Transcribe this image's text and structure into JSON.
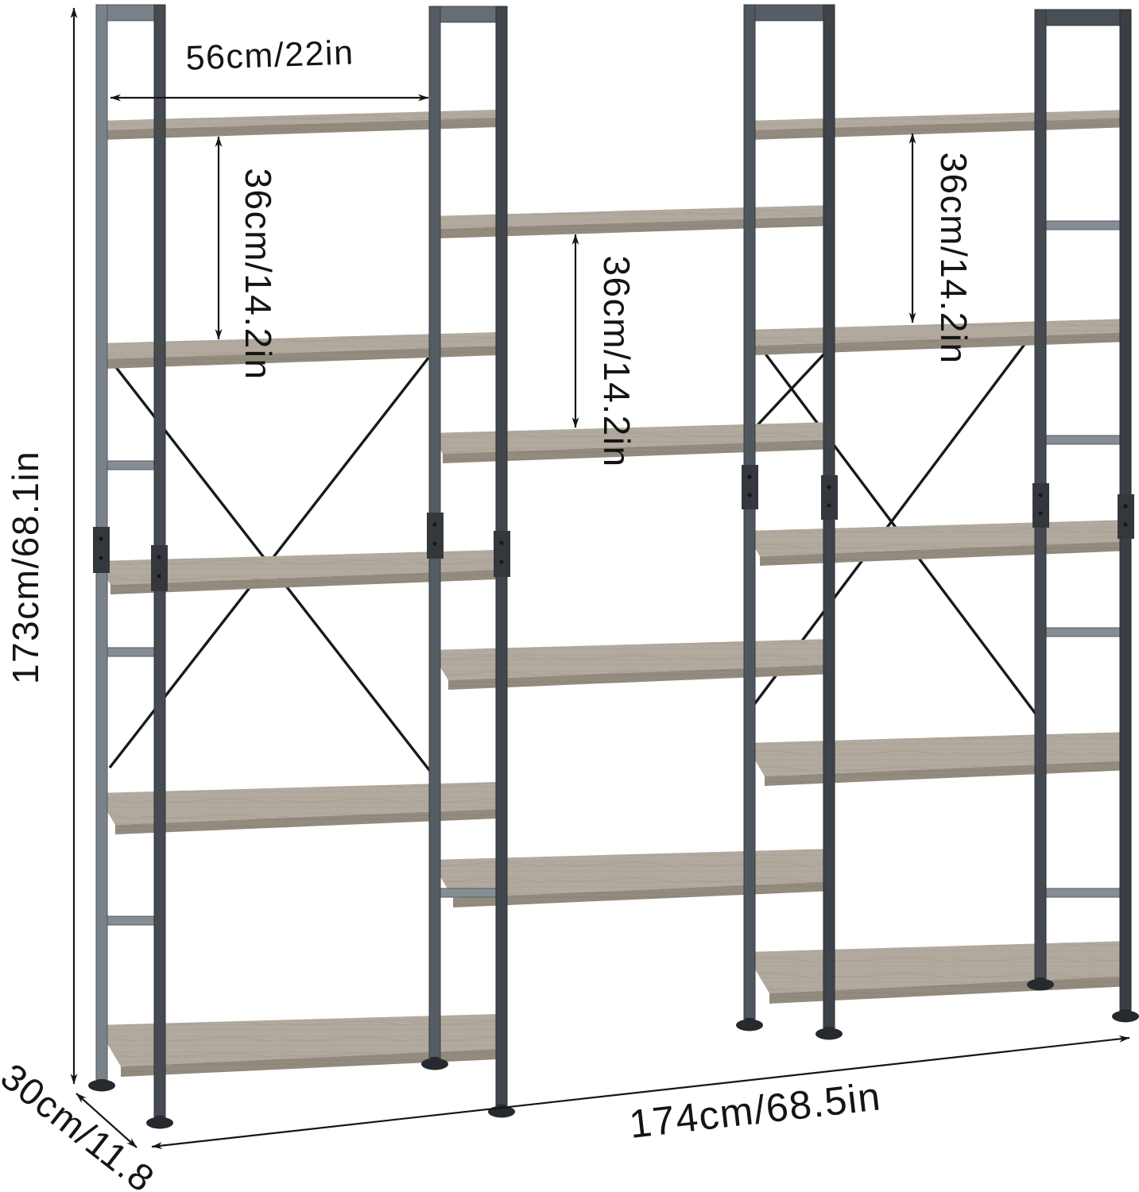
{
  "figure": {
    "kind": "product-dimension-diagram",
    "product": "triple-wide 5-tier metal-and-wood bookshelf",
    "background": "#ffffff"
  },
  "dims": {
    "shelf_width": "56cm/22in",
    "tier_gap_left": "36cm/14.2in",
    "tier_gap_middle": "36cm/14.2in",
    "tier_gap_right": "36cm/14.2in",
    "overall_height": "173cm/68.1in",
    "depth": "30cm/11.8",
    "overall_width": "174cm/68.5in"
  },
  "colors": {
    "frame_dark": "#42474d",
    "frame_light": "#7a8289",
    "wood_top": "#b2aa9f",
    "wood_edge": "#948b7f",
    "brace_wire": "#17191b",
    "dimension_ink": "#161616"
  }
}
